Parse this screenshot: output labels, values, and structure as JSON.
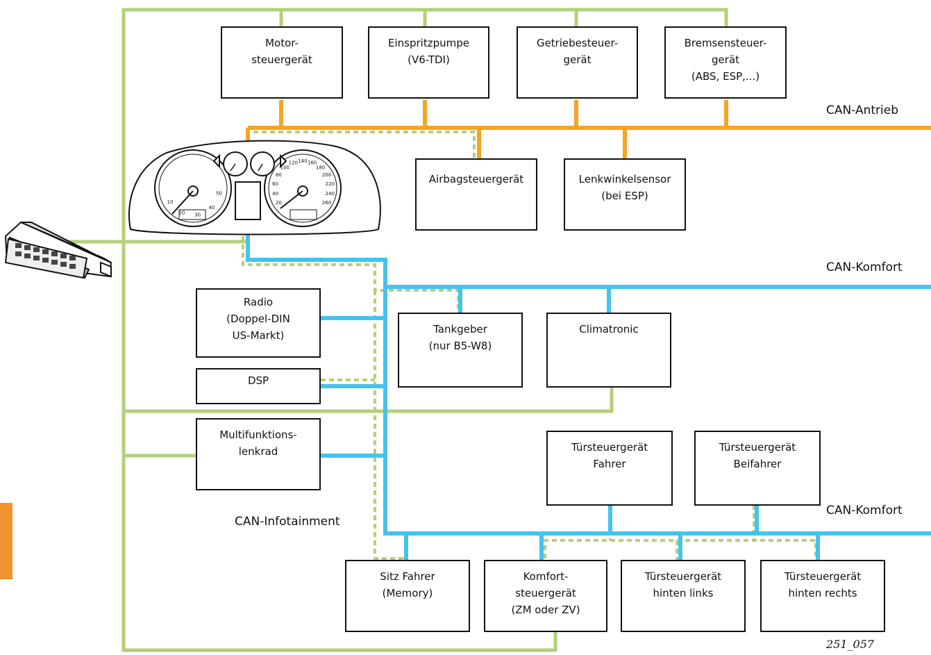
{
  "colors": {
    "can_antrieb": "#f5a524",
    "can_komfort": "#44c3ee",
    "diagnose_k_line": "#b5cf7a",
    "box_border": "#111111",
    "side_tab": "#f0922e"
  },
  "bus_labels": {
    "antrieb": "CAN-Antrieb",
    "komfort_upper": "CAN-Komfort",
    "komfort_lower": "CAN-Komfort",
    "infotainment": "CAN-Infotainment"
  },
  "nodes": {
    "motor": {
      "line1": "Motor-",
      "line2": "steuergerät"
    },
    "einspritz": {
      "line1": "Einspritzpumpe",
      "line2": "(V6-TDI)"
    },
    "getriebe": {
      "line1": "Getriebesteuer-",
      "line2": "gerät"
    },
    "bremse": {
      "line1": "Bremsensteuer-",
      "line2": "gerät",
      "line3": "(ABS, ESP,...)"
    },
    "airbag": {
      "line1": "Airbagsteuergerät"
    },
    "lenkwinkel": {
      "line1": "Lenkwinkelsensor",
      "line2": "(bei ESP)"
    },
    "radio": {
      "line1": "Radio",
      "line2": "(Doppel-DIN",
      "line3": "US-Markt)"
    },
    "dsp": {
      "line1": "DSP"
    },
    "tankgeber": {
      "line1": "Tankgeber",
      "line2": "(nur B5-W8)"
    },
    "climatronic": {
      "line1": "Climatronic"
    },
    "mfl": {
      "line1": "Multifunktions-",
      "line2": "lenkrad"
    },
    "tuer_fahrer": {
      "line1": "Türsteuergerät",
      "line2": "Fahrer"
    },
    "tuer_beifahrer": {
      "line1": "Türsteuergerät",
      "line2": "Beifahrer"
    },
    "sitz": {
      "line1": "Sitz Fahrer",
      "line2": "(Memory)"
    },
    "komfort": {
      "line1": "Komfort-",
      "line2": "steuergerät",
      "line3": "(ZM oder ZV)"
    },
    "tuer_hl": {
      "line1": "Türsteuergerät",
      "line2": "hinten links"
    },
    "tuer_hr": {
      "line1": "Türsteuergerät",
      "line2": "hinten rechts"
    }
  },
  "cluster": {
    "speedo_ticks": [
      "10",
      "20",
      "30",
      "40",
      "50"
    ],
    "tacho_ticks": [
      "20",
      "40",
      "60",
      "80",
      "100",
      "120",
      "140",
      "160",
      "180",
      "200",
      "220",
      "240",
      "260"
    ]
  },
  "figure_number": "251_057"
}
